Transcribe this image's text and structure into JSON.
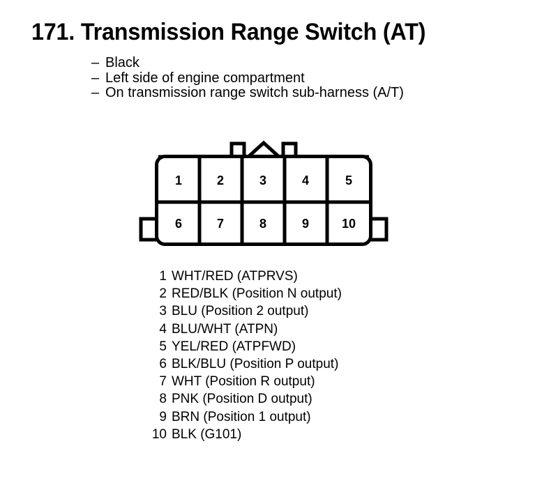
{
  "title": "171. Transmission Range Switch (AT)",
  "notes": [
    {
      "dash": "–",
      "text": "Black"
    },
    {
      "dash": "–",
      "text": "Left side of engine compartment"
    },
    {
      "dash": "–",
      "text": "On transmission range switch sub-harness (A/T)"
    }
  ],
  "connector": {
    "name": "connector-10-pin",
    "pin_count": 10,
    "rows": 2,
    "columns": 5,
    "top_row": [
      "1",
      "2",
      "3",
      "4",
      "5"
    ],
    "bottom_row": [
      "6",
      "7",
      "8",
      "9",
      "10"
    ],
    "outline_color": "#000000",
    "fill_color": "#ffffff"
  },
  "legend": [
    {
      "pin": "1",
      "desc": "WHT/RED (ATPRVS)"
    },
    {
      "pin": "2",
      "desc": "RED/BLK (Position N output)"
    },
    {
      "pin": "3",
      "desc": "BLU (Position 2 output)"
    },
    {
      "pin": "4",
      "desc": "BLU/WHT (ATPN)"
    },
    {
      "pin": "5",
      "desc": "YEL/RED (ATPFWD)"
    },
    {
      "pin": "6",
      "desc": "BLK/BLU (Position P output)"
    },
    {
      "pin": "7",
      "desc": "WHT (Position R output)"
    },
    {
      "pin": "8",
      "desc": "PNK (Position D output)"
    },
    {
      "pin": "9",
      "desc": "BRN (Position 1 output)"
    },
    {
      "pin": "10",
      "desc": "BLK (G101)"
    }
  ]
}
